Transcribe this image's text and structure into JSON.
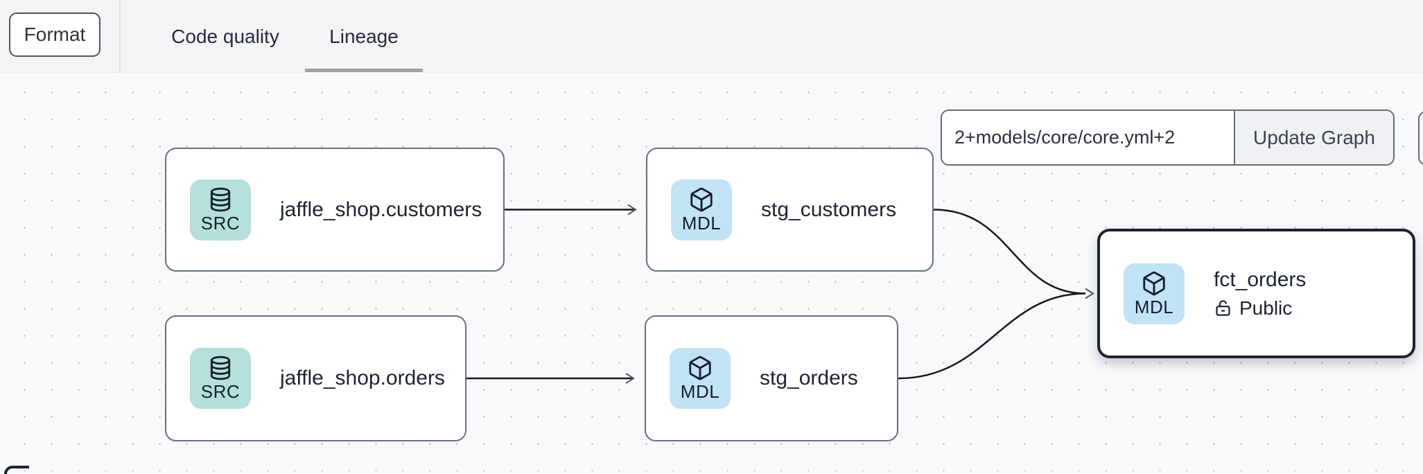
{
  "header": {
    "format_button": "Format",
    "tabs": [
      {
        "label": "Code quality",
        "active": false
      },
      {
        "label": "Lineage",
        "active": true
      }
    ]
  },
  "controls": {
    "selector_input_value": "2+models/core/core.yml+2",
    "update_button": "Update Graph"
  },
  "graph": {
    "nodes": [
      {
        "id": "jaffle_shop.customers",
        "label": "jaffle_shop.customers",
        "badge": "SRC",
        "icon": "database-icon",
        "kind": "source",
        "selected": false
      },
      {
        "id": "stg_customers",
        "label": "stg_customers",
        "badge": "MDL",
        "icon": "cube-icon",
        "kind": "model",
        "selected": false
      },
      {
        "id": "jaffle_shop.orders",
        "label": "jaffle_shop.orders",
        "badge": "SRC",
        "icon": "database-icon",
        "kind": "source",
        "selected": false
      },
      {
        "id": "stg_orders",
        "label": "stg_orders",
        "badge": "MDL",
        "icon": "cube-icon",
        "kind": "model",
        "selected": false
      },
      {
        "id": "fct_orders",
        "label": "fct_orders",
        "badge": "MDL",
        "icon": "cube-icon",
        "kind": "model",
        "selected": true,
        "access": "Public",
        "access_icon": "unlock-icon"
      }
    ],
    "edges": [
      {
        "from": "jaffle_shop.customers",
        "to": "stg_customers"
      },
      {
        "from": "jaffle_shop.orders",
        "to": "stg_orders"
      },
      {
        "from": "stg_customers",
        "to": "fct_orders"
      },
      {
        "from": "stg_orders",
        "to": "fct_orders"
      }
    ]
  },
  "colors": {
    "source_badge_bg": "#b4dfda",
    "model_badge_bg": "#c2e2f6",
    "node_border": "#667080",
    "selected_node_border": "#1b2433",
    "edge": "#15181c",
    "canvas_bg": "#f8f9fb",
    "topbar_bg": "#f4f4f6",
    "active_tab_underline": "#9aa1ac"
  }
}
